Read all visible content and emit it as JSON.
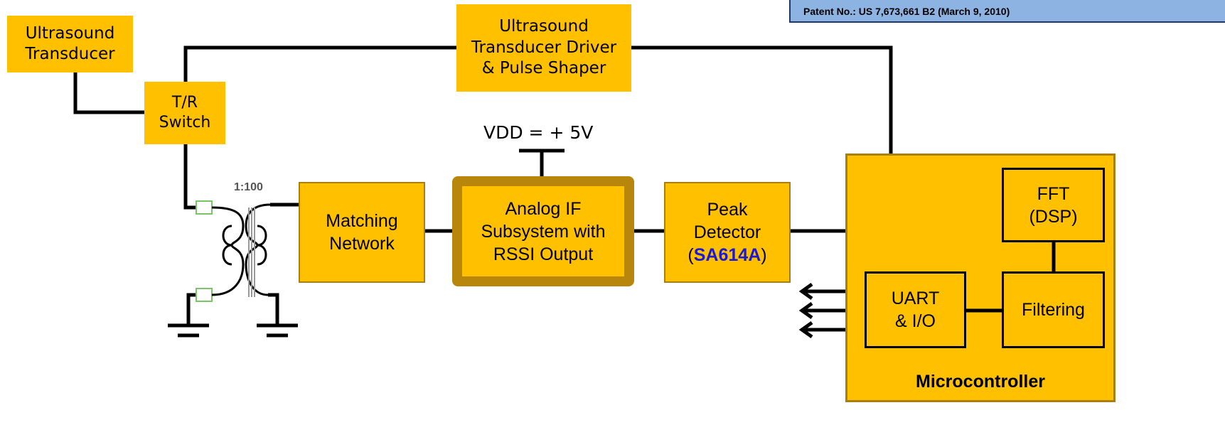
{
  "patent": {
    "text": "Patent No.:  US 7,673,661 B2 (March 9, 2010)"
  },
  "blocks": {
    "transducer": {
      "line1": "Ultrasound",
      "line2": "Transducer"
    },
    "tr_switch": {
      "line1": "T/R",
      "line2": "Switch"
    },
    "driver": {
      "line1": "Ultrasound",
      "line2": "Transducer Driver",
      "line3": "& Pulse Shaper"
    },
    "matching": {
      "line1": "Matching",
      "line2": "Network"
    },
    "analog_if": {
      "line1": "Analog IF",
      "line2": "Subsystem with",
      "line3": "RSSI Output"
    },
    "peak": {
      "line1": "Peak",
      "line2": "Detector",
      "paren_open": "(",
      "part": "SA614A",
      "paren_close": ")"
    },
    "fft": {
      "line1": "FFT",
      "line2": "(DSP)"
    },
    "uart": {
      "line1": "UART",
      "line2": "& I/O"
    },
    "filtering": {
      "label": "Filtering"
    },
    "microcontroller": {
      "label": "Microcontroller"
    }
  },
  "supply": {
    "label": "VDD = + 5V"
  },
  "transformer": {
    "ratio": "1:100"
  },
  "colors": {
    "block_fill": "#ffc000",
    "block_border": "#a77f12",
    "part_number": "#1a1ad6",
    "patent_fill": "#8db3e2"
  }
}
